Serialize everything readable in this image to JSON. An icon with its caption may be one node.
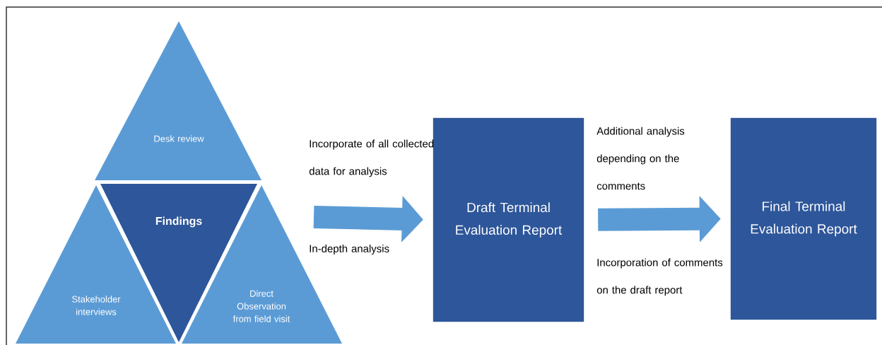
{
  "diagram": {
    "nodes": [
      {
        "text": [
          "Desk review"
        ]
      },
      {
        "text": [
          "Findings"
        ]
      },
      {
        "text": [
          "Stakeholder interviews"
        ]
      },
      {
        "text": [
          "Direct Observation from field visit"
        ]
      },
      {
        "text": [
          "Draft Terminal Evaluation Report"
        ]
      },
      {
        "text": [
          "Final Terminal Evaluation Report"
        ]
      }
    ],
    "edges": [
      {
        "from": null,
        "to": 4,
        "arrow": "to",
        "label": "Incorporate of all collected data for analysis"
      },
      {
        "from": 4,
        "to": 5,
        "arrow": "to",
        "label": "Additional analysis depending on the comments"
      }
    ],
    "labels": [
      "In-depth analysis",
      "Incorporation of comments on the draft report"
    ]
  }
}
